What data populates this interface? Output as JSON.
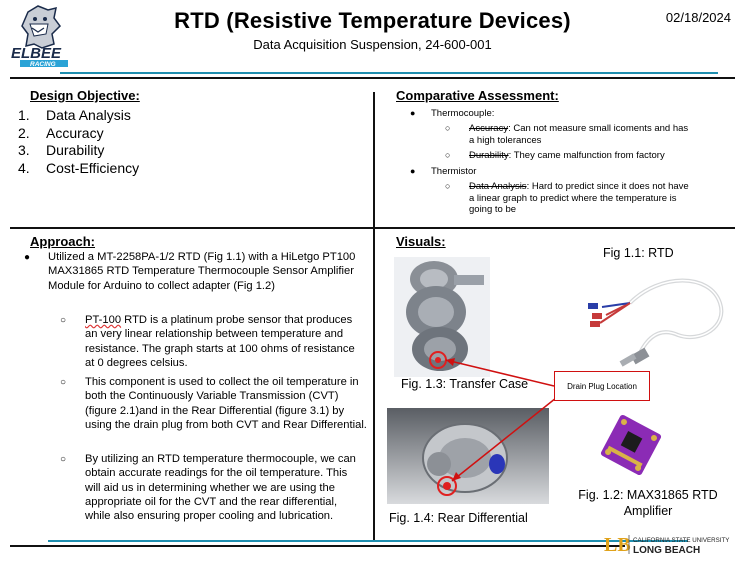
{
  "header": {
    "title": "RTD (Resistive Temperature Devices)",
    "subtitle": "Data Acquisition Suspension, 24-600-001",
    "date": "02/18/2024",
    "logo_text": "ELBEE",
    "logo_subtext": "RACING"
  },
  "design_objective": {
    "heading": "Design Objective:",
    "items": [
      {
        "num": "1.",
        "label": "Data Analysis"
      },
      {
        "num": "2.",
        "label": "Accuracy"
      },
      {
        "num": "3.",
        "label": "Durability"
      },
      {
        "num": "4.",
        "label": "Cost-Efficiency"
      }
    ]
  },
  "comparative": {
    "heading": "Comparative Assessment:",
    "thermocouple": {
      "label": "Thermocouple:",
      "points": [
        {
          "struck": "Accuracy",
          "text": ": Can not measure small icoments and has a high tolerances"
        },
        {
          "struck": "Durability",
          "text": ": They came malfunction from factory"
        }
      ]
    },
    "thermistor": {
      "label": "Thermistor",
      "points": [
        {
          "struck": "Data Analysis",
          "text": ": Hard to predict since it does not have a linear graph to predict where the temperature is going to be"
        }
      ]
    }
  },
  "approach": {
    "heading": "Approach:",
    "main": "Utilized a MT-2258PA-1/2 RTD (Fig 1.1) with a HiLetgo PT100 MAX31865 RTD Temperature Thermocouple Sensor Amplifier Module for Arduino to collect adapter (Fig 1.2)",
    "sub_first_word": "PT-100",
    "sub1_rest": " RTD is a platinum probe sensor that produces an very linear relationship between temperature and resistance. The graph starts at 100 ohms of resistance at 0 degrees celsius.",
    "sub2": "This component is used to collect the oil temperature in both the Continuously Variable Transmission (CVT) (figure 2.1)and in the Rear Differential (figure 3.1) by using the drain plug from both CVT and Rear Differential.",
    "sub3": "By utilizing an RTD temperature thermocouple, we can obtain accurate readings for the oil temperature. This will aid us in determining whether we are using the appropriate oil for the CVT and the rear differential, while also ensuring proper cooling and lubrication."
  },
  "visuals": {
    "heading": "Visuals:",
    "fig11": "Fig 1.1: RTD",
    "fig12": "Fig. 1.2: MAX31865 RTD Amplifier",
    "fig13": "Fig. 1.3: Transfer Case",
    "fig14": "Fig. 1.4: Rear Differential",
    "drain_label": "Drain Plug Location"
  },
  "footer": {
    "univ_top": "CALIFORNIA STATE UNIVERSITY",
    "univ_bottom": "LONG BEACH",
    "lb_mark": "LB"
  },
  "colors": {
    "accent_teal": "#1f8fb0",
    "line_dark": "#111111",
    "annotation_red": "#d01010",
    "gold": "#e0a21a"
  }
}
